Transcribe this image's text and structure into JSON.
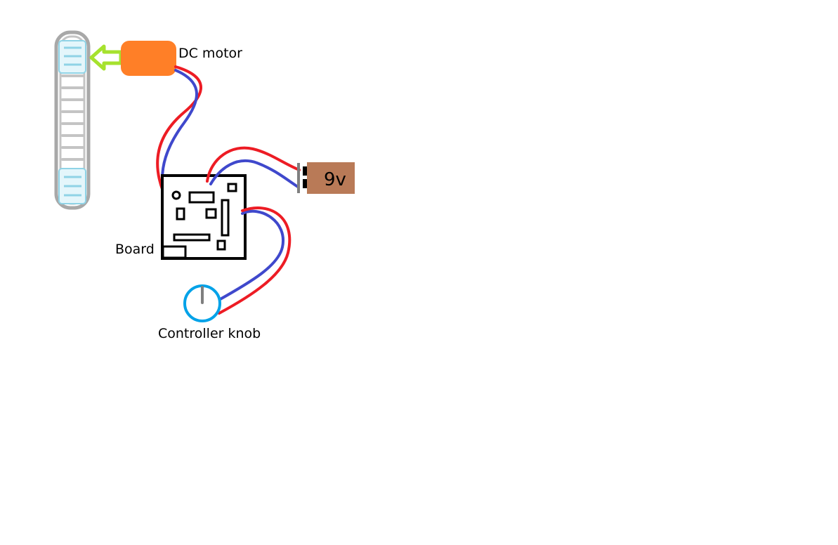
{
  "labels": {
    "motor": "DC motor",
    "board": "Board",
    "battery": "9v",
    "knob": "Controller knob"
  },
  "colors": {
    "background": "#ffffff",
    "belt_frame": "#a8a8a8",
    "belt_teeth": "#c4c4c4",
    "pulley": "#a8e0ee",
    "pulley_outline": "#8fd3e6",
    "arrow": "#a6e22e",
    "motor": "#ff7f27",
    "wire_positive": "#ed1c24",
    "wire_negative": "#3f48cc",
    "battery": "#b97a57",
    "terminal": "#7f7f7f",
    "board_outline": "#000000",
    "knob": "#00a2e8",
    "knob_pointer": "#7f7f7f"
  },
  "icons": {
    "belt": "belt-icon",
    "motor": "dc-motor-icon",
    "battery": "battery-icon",
    "board": "circuit-board-icon",
    "knob": "potentiometer-knob-icon",
    "arrow": "direction-arrow-icon"
  }
}
